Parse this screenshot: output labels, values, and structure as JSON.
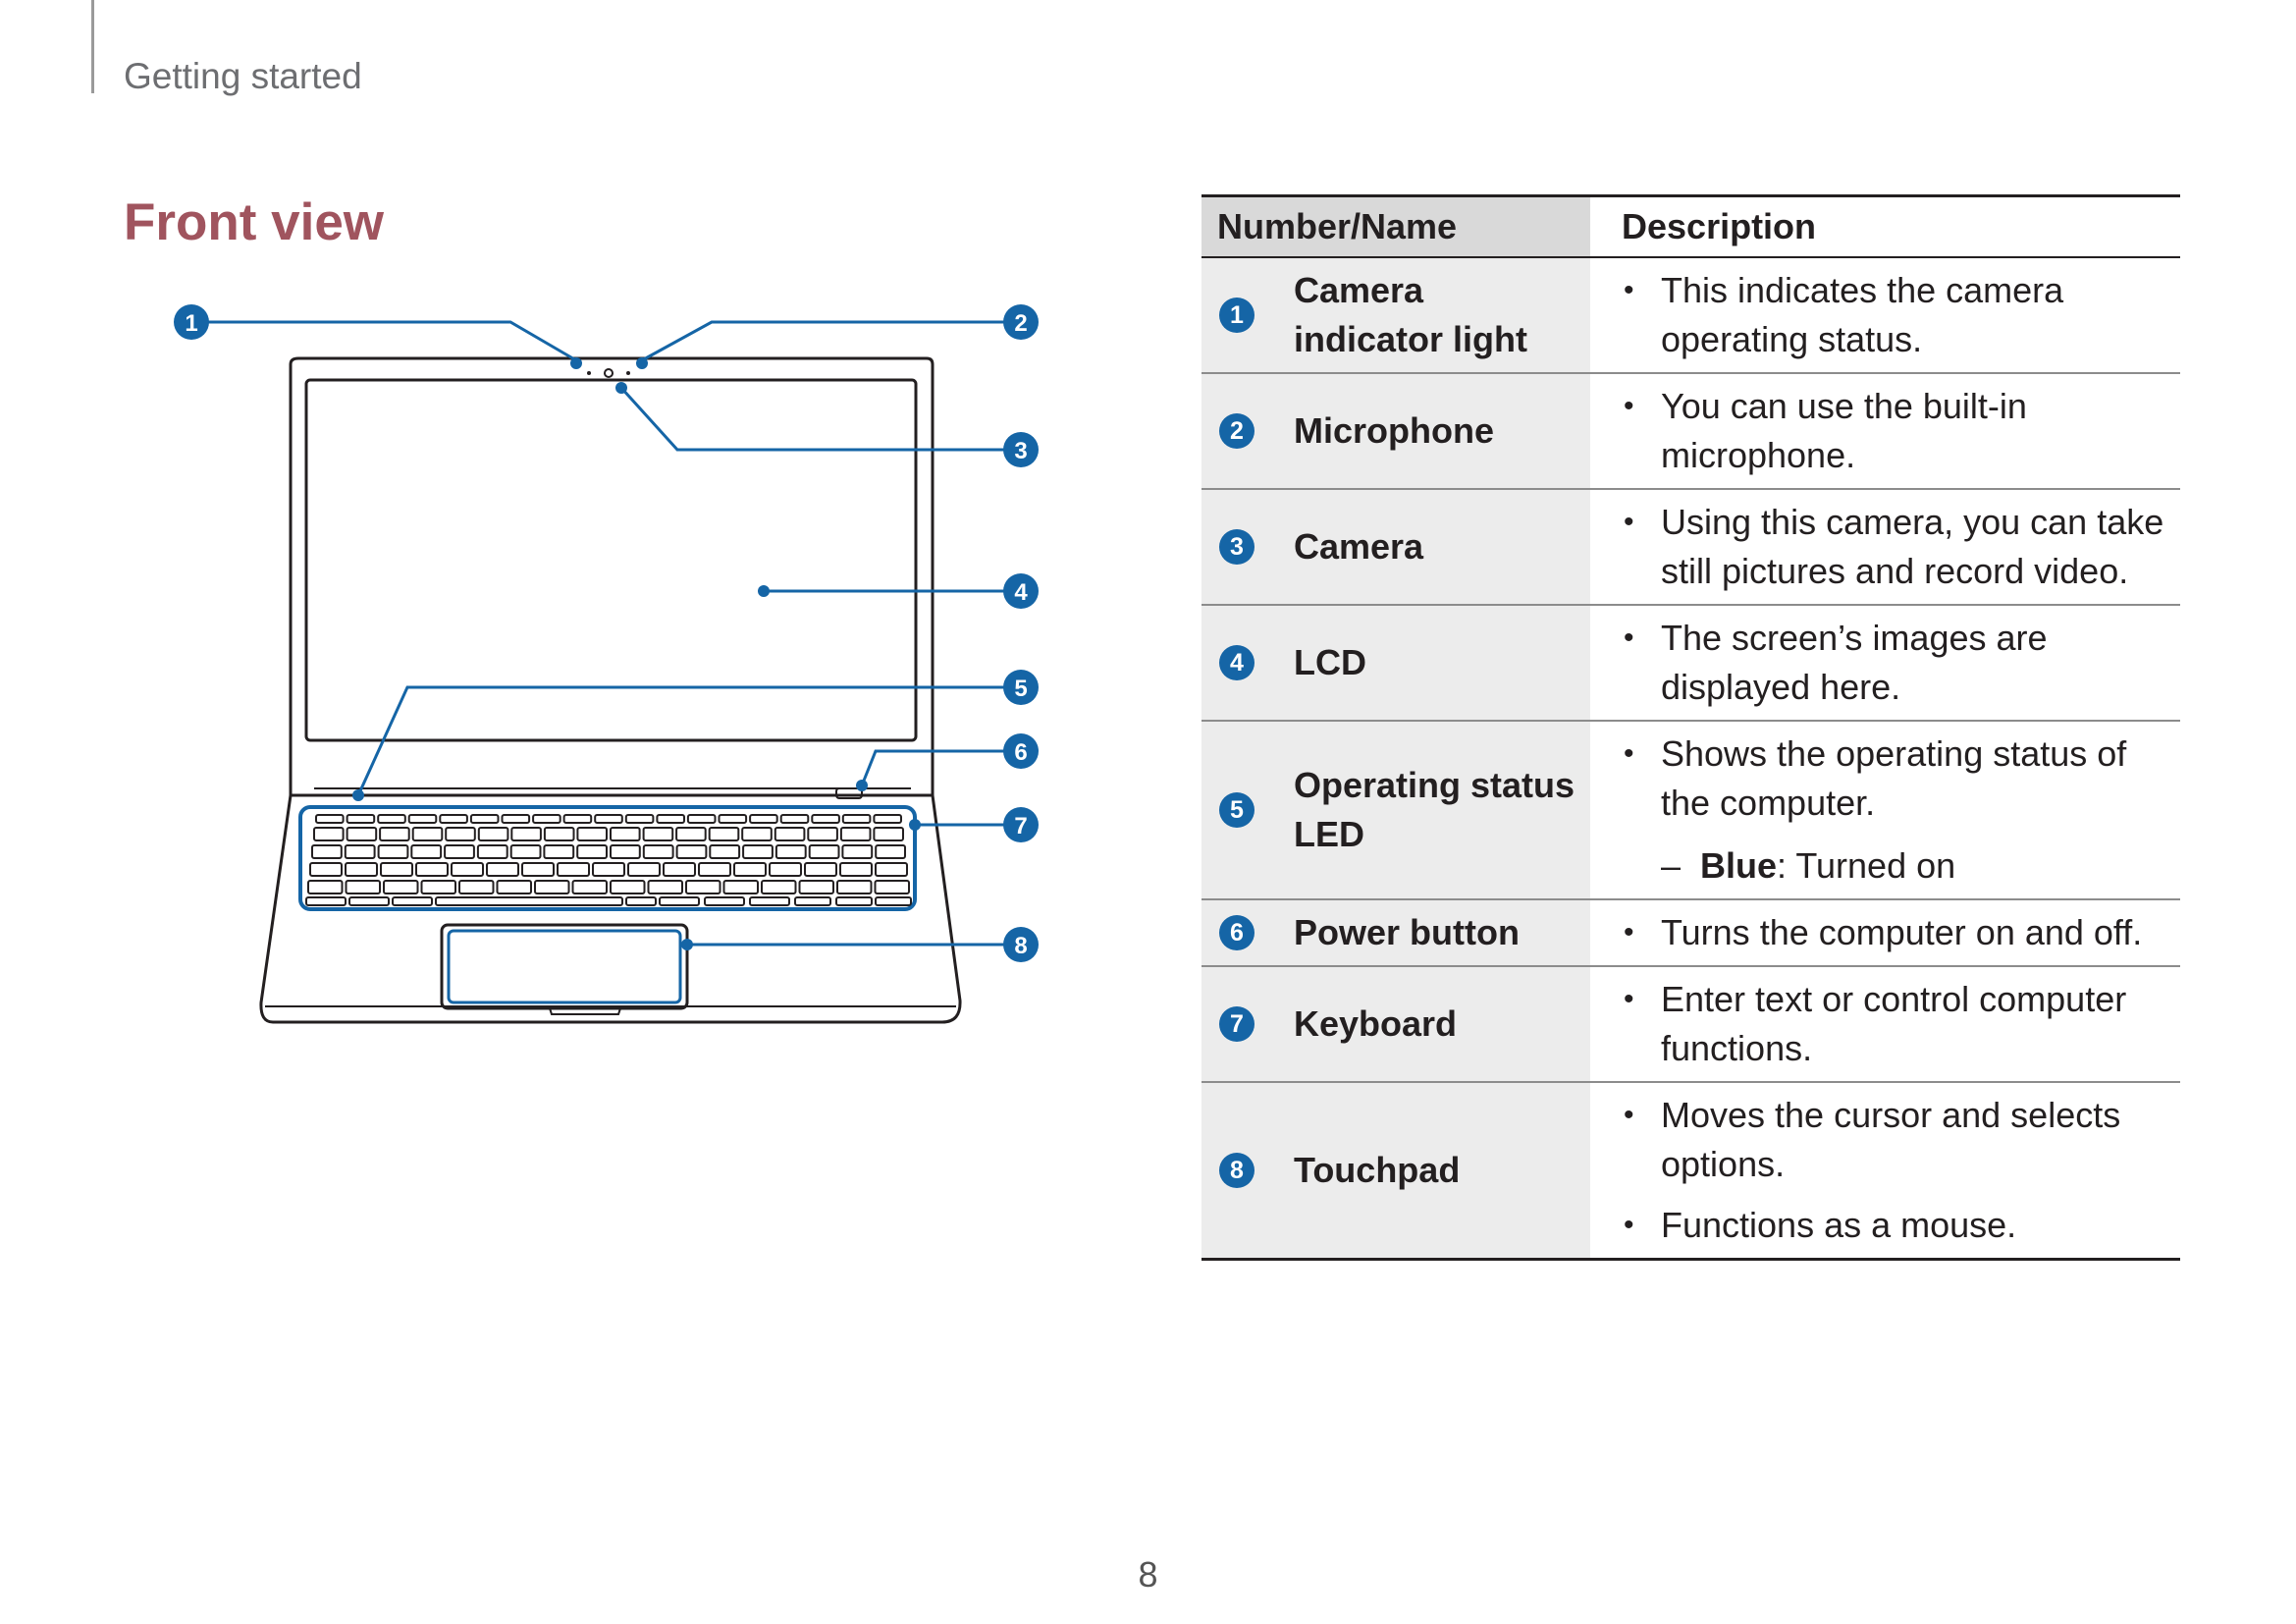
{
  "header": {
    "running_head": "Getting started"
  },
  "section": {
    "title": "Front view"
  },
  "diagram": {
    "callouts": [
      "1",
      "2",
      "3",
      "4",
      "5",
      "6",
      "7",
      "8"
    ]
  },
  "table": {
    "headers": {
      "name": "Number/Name",
      "description": "Description"
    },
    "rows": [
      {
        "number": "1",
        "name": "Camera indicator light",
        "desc": [
          "This indicates the camera operating status."
        ]
      },
      {
        "number": "2",
        "name": "Microphone",
        "desc": [
          "You can use the built-in microphone."
        ]
      },
      {
        "number": "3",
        "name": "Camera",
        "desc": [
          "Using this camera, you can take still pictures and record video."
        ]
      },
      {
        "number": "4",
        "name": "LCD",
        "desc": [
          "The screen’s images are displayed here."
        ]
      },
      {
        "number": "5",
        "name": "Operating status LED",
        "desc": [
          "Shows the operating status of the computer."
        ],
        "sub": {
          "label": "Blue",
          "text": ": Turned on"
        }
      },
      {
        "number": "6",
        "name": "Power button",
        "desc": [
          "Turns the computer on and off."
        ]
      },
      {
        "number": "7",
        "name": "Keyboard",
        "desc": [
          "Enter text or control computer functions."
        ]
      },
      {
        "number": "8",
        "name": "Touchpad",
        "desc": [
          "Moves the cursor and selects options.",
          "Functions as a mouse."
        ]
      }
    ]
  },
  "footer": {
    "page_number": "8"
  },
  "colors": {
    "callout": "#1565a6",
    "title": "#a0545e"
  }
}
